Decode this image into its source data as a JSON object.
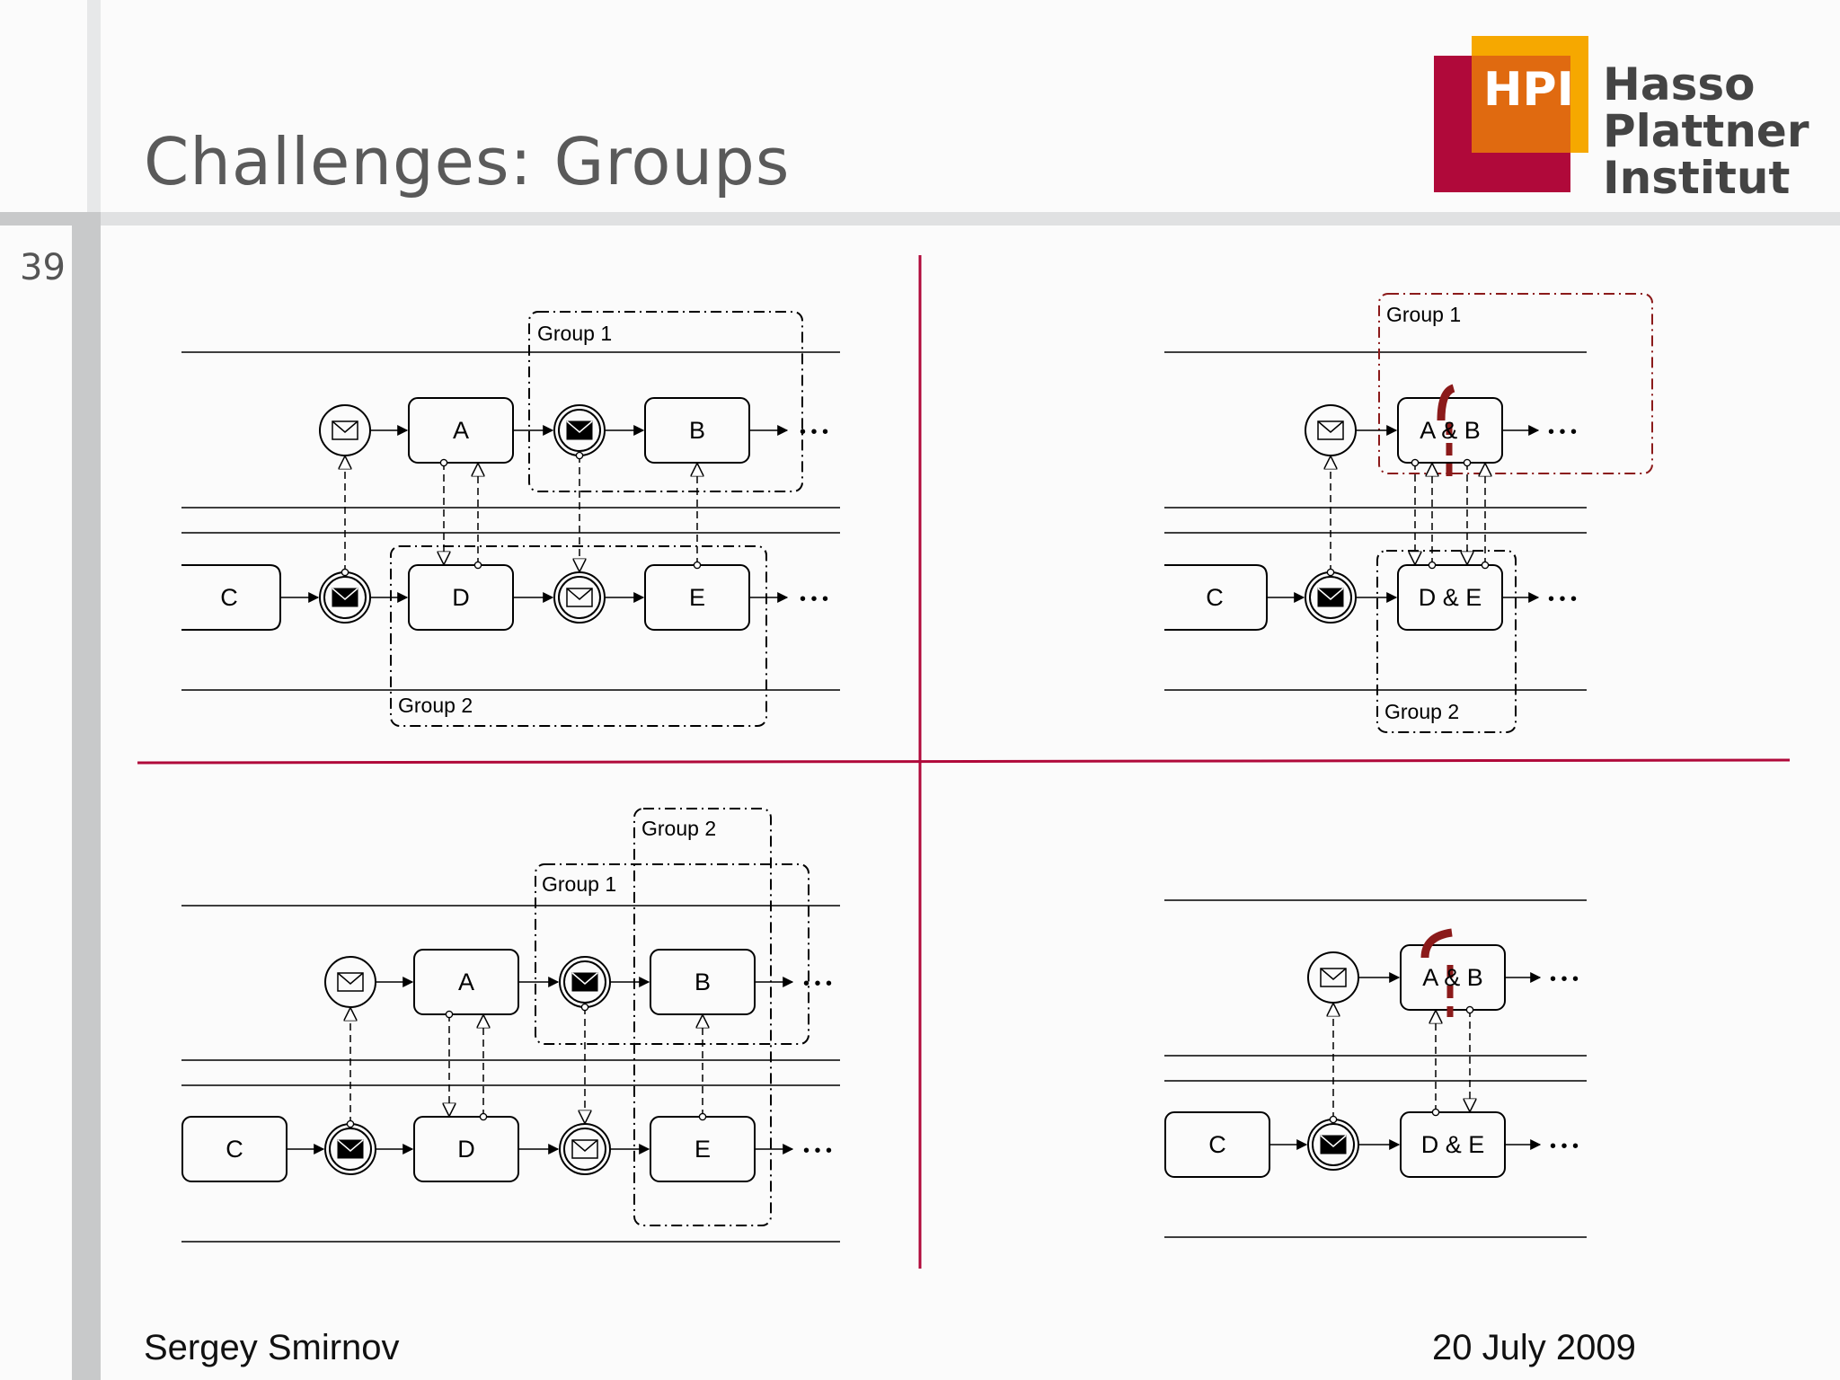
{
  "slide": {
    "number": "39",
    "title": "Challenges: Groups",
    "author": "Sergey Smirnov",
    "date": "20 July 2009"
  },
  "logo": {
    "abbr": "HPI",
    "line1": "Hasso",
    "line2": "Plattner",
    "line3": "Institut",
    "colors": {
      "red": "#b0093a",
      "orange": "#e06a10",
      "yellow": "#f6a800"
    }
  },
  "colors": {
    "divider": "#b0093a",
    "group_highlight": "#8b1a1a"
  },
  "diagram": {
    "q1": {
      "tasks": {
        "a": "A",
        "b": "B",
        "c": "C",
        "d": "D",
        "e": "E"
      },
      "group1": "Group 1",
      "group2": "Group 2",
      "ellipsis": "• • •"
    },
    "q2": {
      "tasks": {
        "ab": "A & B",
        "c": "C",
        "de": "D & E"
      },
      "group1": "Group 1",
      "group2": "Group 2",
      "ellipsis": "• • •"
    },
    "q3": {
      "tasks": {
        "a": "A",
        "b": "B",
        "c": "C",
        "d": "D",
        "e": "E"
      },
      "group1": "Group 1",
      "group2": "Group 2",
      "ellipsis": "• • •"
    },
    "q4": {
      "tasks": {
        "ab": "A & B",
        "c": "C",
        "de": "D & E"
      },
      "ellipsis": "• • •"
    }
  }
}
